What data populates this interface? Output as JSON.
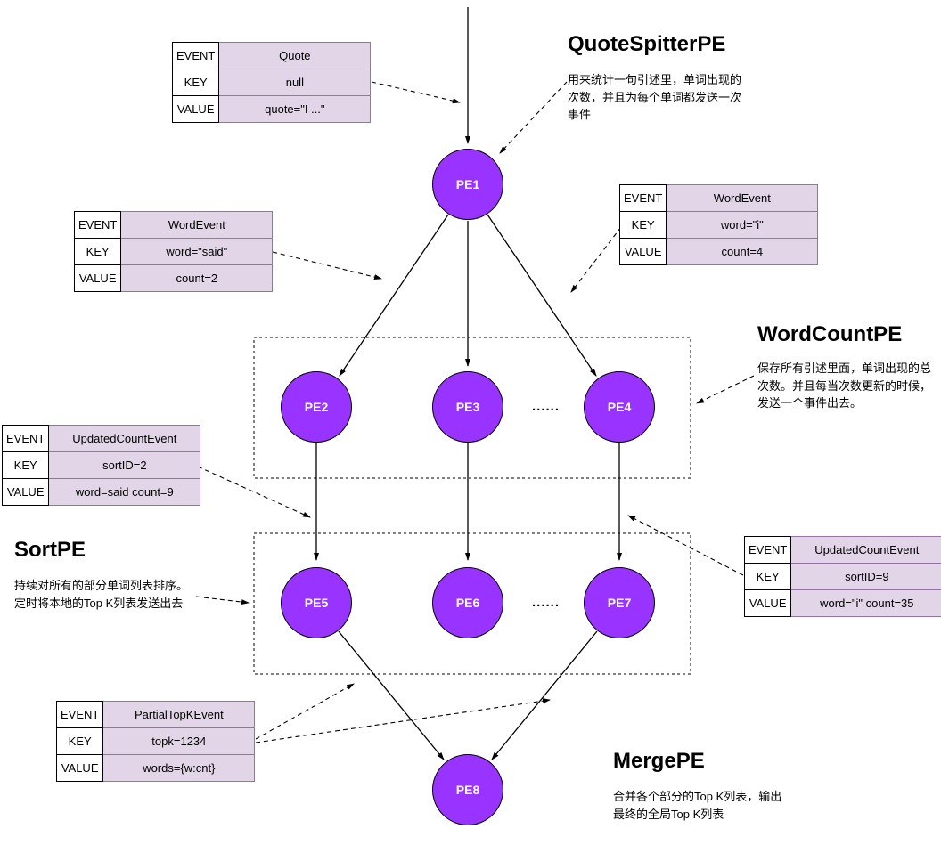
{
  "colors": {
    "node_fill": "#9933FF",
    "table_fill": "#E1D5E7",
    "table_border": "#9673A6"
  },
  "ellipsis": "......",
  "nodes": {
    "pe1": "PE1",
    "pe2": "PE2",
    "pe3": "PE3",
    "pe4": "PE4",
    "pe5": "PE5",
    "pe6": "PE6",
    "pe7": "PE7",
    "pe8": "PE8"
  },
  "titles": {
    "quote_spitter": "QuoteSpitterPE",
    "word_count": "WordCountPE",
    "sort": "SortPE",
    "merge": "MergePE"
  },
  "notes": {
    "quote_spitter": "用来统计一句引述里，单词出现的\n次数，并且为每个单词都发送一次\n事件",
    "word_count": "保存所有引述里面，单词出现的总\n次数。并且每当次数更新的时候，\n发送一个事件出去。",
    "sort": "持续对所有的部分单词列表排序。\n定时将本地的Top K列表发送出去",
    "merge": "合并各个部分的Top K列表，输出\n最终的全局Top K列表"
  },
  "tables": {
    "quote": {
      "rows": [
        [
          "EVENT",
          "Quote"
        ],
        [
          "KEY",
          "null"
        ],
        [
          "VALUE",
          "quote=\"I ...\""
        ]
      ]
    },
    "word_left": {
      "rows": [
        [
          "EVENT",
          "WordEvent"
        ],
        [
          "KEY",
          "word=\"said\""
        ],
        [
          "VALUE",
          "count=2"
        ]
      ]
    },
    "word_right": {
      "rows": [
        [
          "EVENT",
          "WordEvent"
        ],
        [
          "KEY",
          "word=\"i\""
        ],
        [
          "VALUE",
          "count=4"
        ]
      ]
    },
    "updated_left": {
      "rows": [
        [
          "EVENT",
          "UpdatedCountEvent"
        ],
        [
          "KEY",
          "sortID=2"
        ],
        [
          "VALUE",
          "word=said count=9"
        ]
      ]
    },
    "updated_right": {
      "rows": [
        [
          "EVENT",
          "UpdatedCountEvent"
        ],
        [
          "KEY",
          "sortID=9"
        ],
        [
          "VALUE",
          "word=\"i\" count=35"
        ]
      ]
    },
    "partial": {
      "rows": [
        [
          "EVENT",
          "PartialTopKEvent"
        ],
        [
          "KEY",
          "topk=1234"
        ],
        [
          "VALUE",
          "words={w:cnt}"
        ]
      ]
    }
  }
}
